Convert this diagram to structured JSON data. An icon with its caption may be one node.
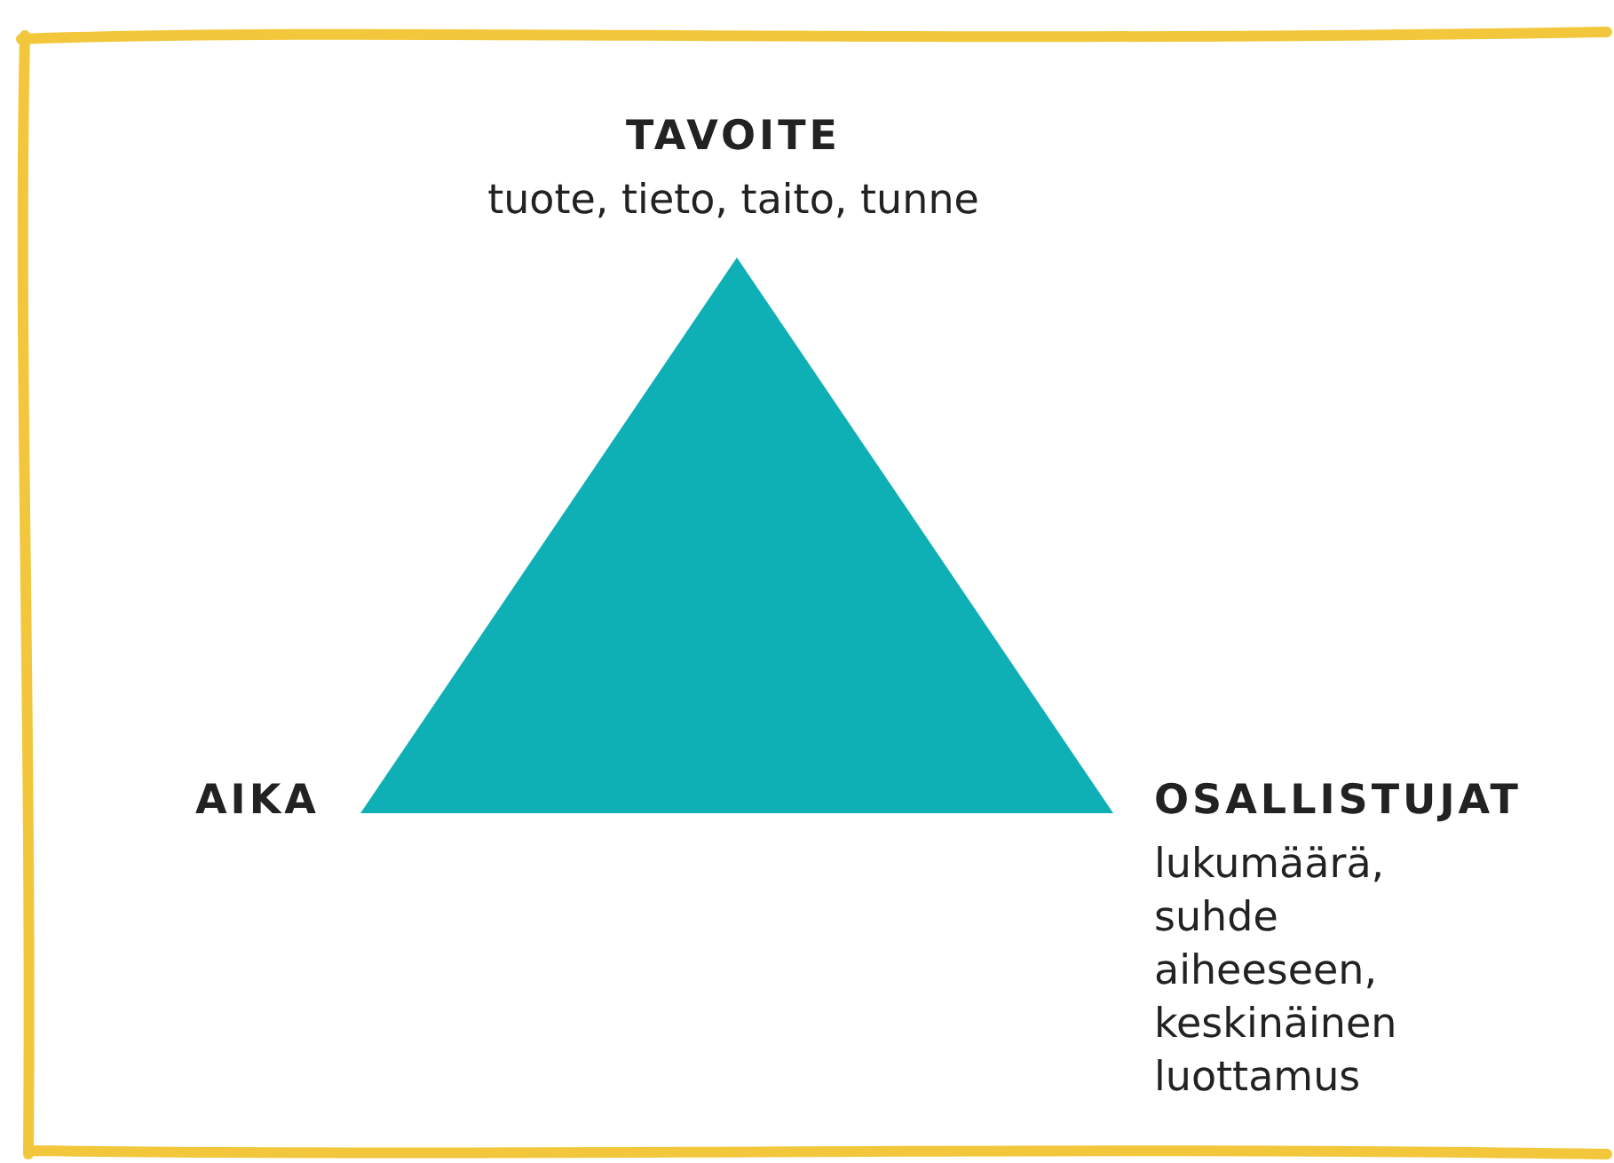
{
  "diagram": {
    "nodes": [
      {
        "text": [],
        "shape": "triangle"
      }
    ],
    "labels": [
      "TAVOITE",
      "tuote, tieto, taito, tunne",
      "AIKA",
      "OSALLISTUJAT",
      "lukumäärä, suhde aiheeseen, keskinäinen luottamus"
    ]
  }
}
